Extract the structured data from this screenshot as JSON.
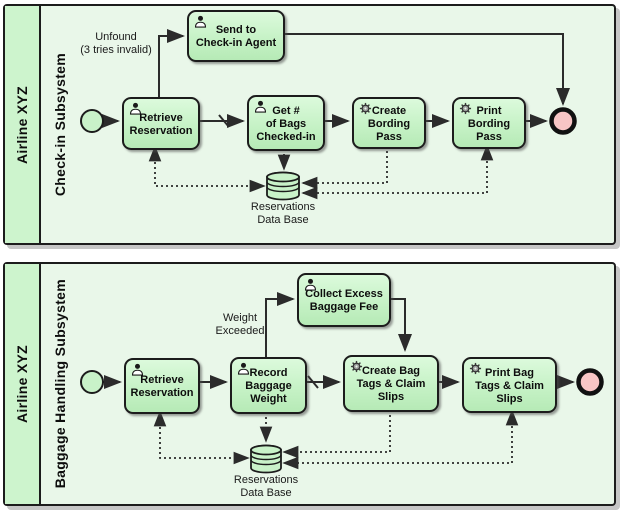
{
  "diagram_title": "Airline XYZ check-in and baggage handling BPMN",
  "colors": {
    "pool_band_fill": "#cdf4cd",
    "lane_fill": "#e9f7e9",
    "task_fill": "#c6f2c6",
    "start_event_fill": "#c9f2c9",
    "end_event_fill": "#f8c5c5",
    "stroke": "#2b2b2b"
  },
  "pools": [
    {
      "org": "Airline XYZ",
      "lane": "Check-in Subsystem"
    },
    {
      "org": "Airline XYZ",
      "lane": "Baggage Handling Subsystem"
    }
  ],
  "checkin": {
    "retrieve": "Retrieve\nReservation",
    "send_agent": "Send to\nCheck-in Agent",
    "get_bags": "Get #\nof Bags\nChecked-in",
    "create_pass": "Create\nBording\nPass",
    "print_pass": "Print\nBording\nPass",
    "unfound_note": "Unfound\n(3 tries invalid)",
    "datastore": "Reservations\nData Base"
  },
  "baggage": {
    "retrieve": "Retrieve\nReservation",
    "record_weight": "Record\nBaggage\nWeight",
    "collect_fee": "Collect Excess\nBaggage Fee",
    "create_tags": "Create Bag\nTags & Claim\nSlips",
    "print_tags": "Print Bag\nTags & Claim\nSlips",
    "weight_note": "Weight\nExceeded",
    "datastore": "Reservations\nData Base"
  }
}
